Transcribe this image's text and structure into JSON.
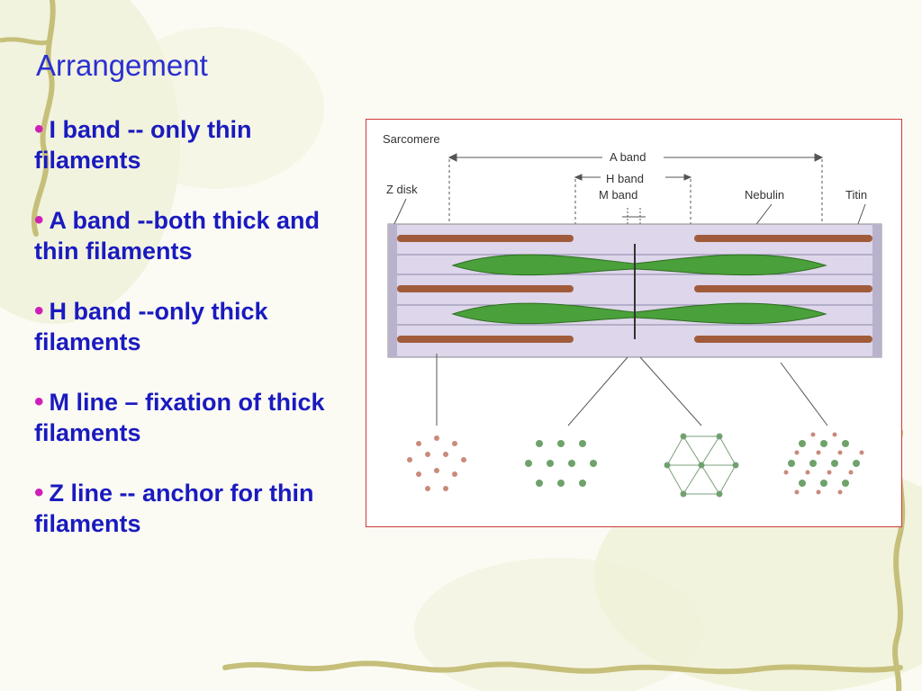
{
  "slide": {
    "title": "Arrangement",
    "bullets": [
      "I band -- only thin filaments",
      "A band --both thick and thin filaments",
      "H band --only thick filaments",
      "M line – fixation of thick filaments",
      "Z line -- anchor for thin filaments"
    ]
  },
  "figure": {
    "labels": {
      "sarcomere": "Sarcomere",
      "a_band": "A band",
      "h_band": "H band",
      "m_band": "M band",
      "z_disk": "Z disk",
      "nebulin": "Nebulin",
      "titin": "Titin"
    }
  },
  "colors": {
    "title": "#2b2fd0",
    "bullet_text": "#1a1ac0",
    "bullet_dot": "#d01fb8",
    "figure_border": "#d23a3a",
    "thick_filament": "#3a8a2a",
    "thin_filament": "#9a5a3a"
  }
}
